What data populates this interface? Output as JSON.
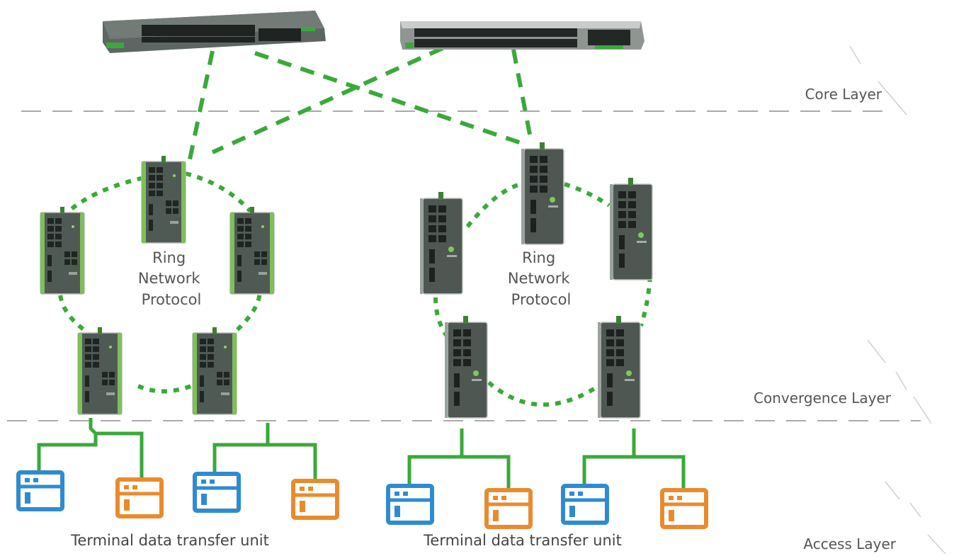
{
  "layers": {
    "core": "Core Layer",
    "convergence": "Convergence Layer",
    "access": "Access Layer"
  },
  "rings": [
    {
      "lines": [
        "Ring",
        "Network",
        "Protocol"
      ]
    },
    {
      "lines": [
        "Ring",
        "Network",
        "Protocol"
      ]
    }
  ],
  "terminal_groups": [
    {
      "label": "Terminal data transfer unit"
    },
    {
      "label": "Terminal data transfer unit"
    }
  ],
  "colors": {
    "link_green": "#3aa93a",
    "terminal_blue": "#2f8bd0",
    "terminal_orange": "#e98b2d",
    "switch_body": "#4f5a55",
    "divider_gray": "#aaaaaa"
  },
  "icons": {
    "core_switch": "rack-switch-icon",
    "ring_switch": "industrial-switch-icon",
    "terminal": "terminal-unit-icon"
  }
}
